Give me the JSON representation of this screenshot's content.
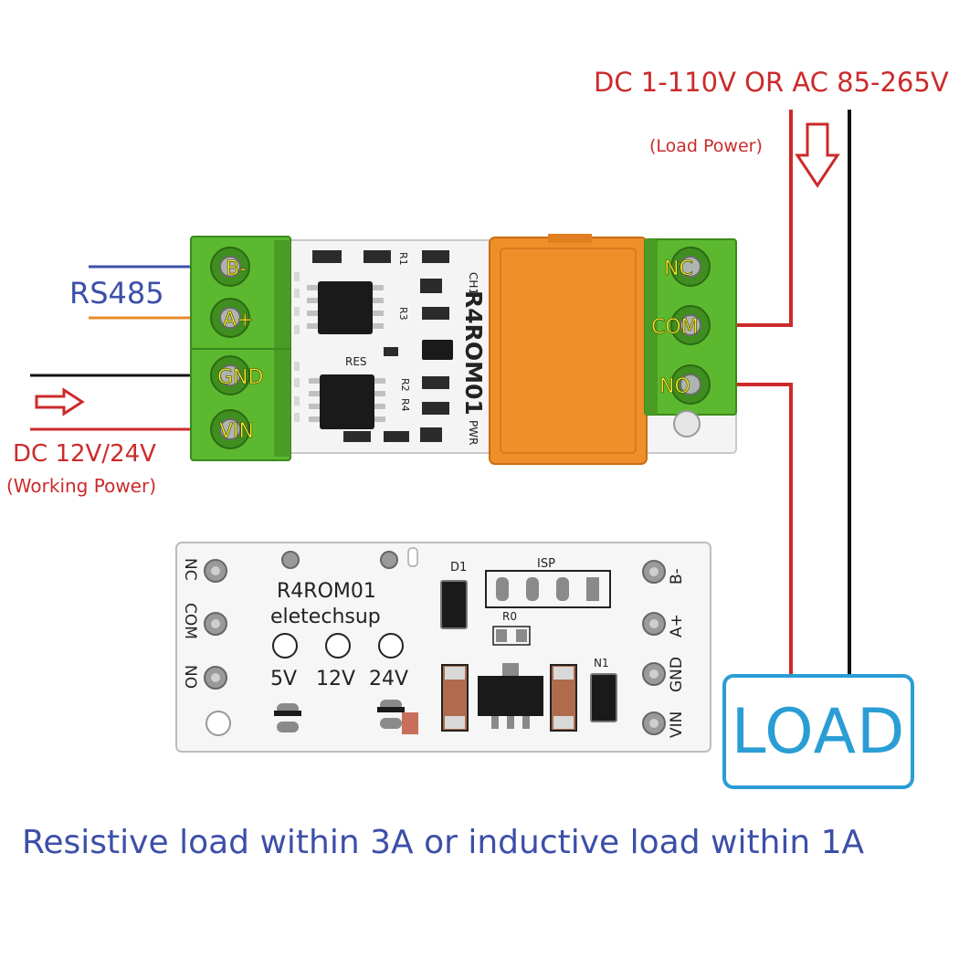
{
  "load_power": {
    "title": "DC 1-110V OR AC 85-265V",
    "subtitle": "(Load Power)"
  },
  "rs485": {
    "label": "RS485"
  },
  "working_power": {
    "title": "DC 12V/24V",
    "subtitle": "(Working Power)"
  },
  "top_board": {
    "left_terminals": [
      "B-",
      "A+",
      "GND",
      "VIN"
    ],
    "right_terminals": [
      "NC",
      "COM",
      "NO"
    ],
    "model": "R4ROM01",
    "silkscreen": [
      "R1",
      "R2",
      "R3",
      "R4",
      "CH1",
      "PWR",
      "RES"
    ]
  },
  "bottom_board": {
    "model": "R4ROM01",
    "brand": "eletechsup",
    "voltage_options": [
      "5V",
      "12V",
      "24V"
    ],
    "left_pins": [
      "NC",
      "COM",
      "NO"
    ],
    "right_pins": [
      "B-",
      "A+",
      "GND",
      "VIN"
    ],
    "silkscreen": [
      "D1",
      "ISP",
      "R0",
      "N1"
    ]
  },
  "load": {
    "label": "LOAD"
  },
  "footer": {
    "note": "Resistive load within 3A or inductive load within 1A"
  },
  "colors": {
    "wire_red": "#cc2a2a",
    "wire_black": "#111111",
    "wire_blue": "#3c4fa8",
    "wire_orange": "#e88a2c",
    "terminal_green": "#5cb82e",
    "relay_orange": "#ef8f2a",
    "label_yellow": "#f2ef2b",
    "load_blue": "#2a9ed4"
  }
}
